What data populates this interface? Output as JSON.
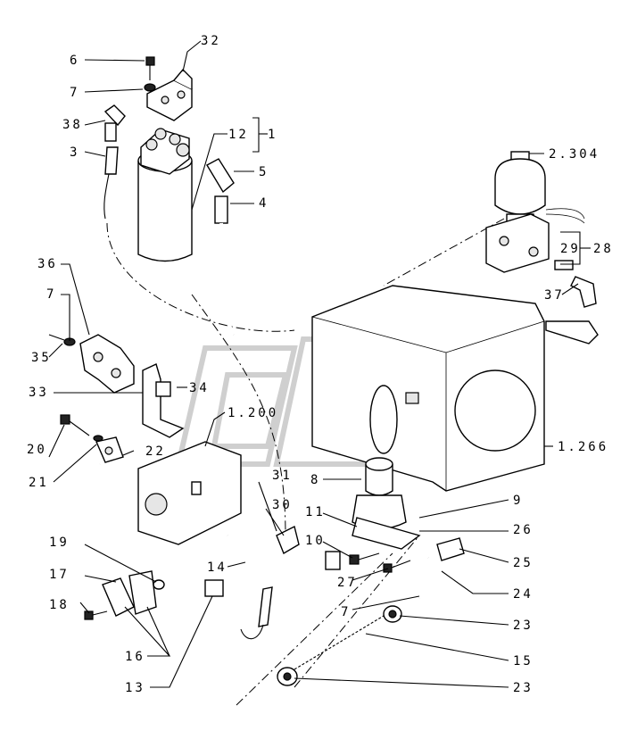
{
  "diagram": {
    "labels": {
      "l32": "32",
      "l6": "6",
      "l7a": "7",
      "l38": "38",
      "l3": "3",
      "l12": "12",
      "l1": "1",
      "l5": "5",
      "l4": "4",
      "l2304": "2.304",
      "l29": "29",
      "l28": "28",
      "l37": "37",
      "l36": "36",
      "l7b": "7",
      "l35": "35",
      "l33": "33",
      "l34": "34",
      "l1200": "1.200",
      "l1266": "1.266",
      "l20": "20",
      "l22": "22",
      "l21": "21",
      "l8": "8",
      "l9": "9",
      "l31": "31",
      "l30": "30",
      "l11": "11",
      "l26": "26",
      "l10": "10",
      "l25": "25",
      "l14": "14",
      "l27": "27",
      "l24": "24",
      "l19": "19",
      "l17": "17",
      "l7c": "7",
      "l18": "18",
      "l23a": "23",
      "l16": "16",
      "l15": "15",
      "l13": "13",
      "l23b": "23"
    }
  }
}
